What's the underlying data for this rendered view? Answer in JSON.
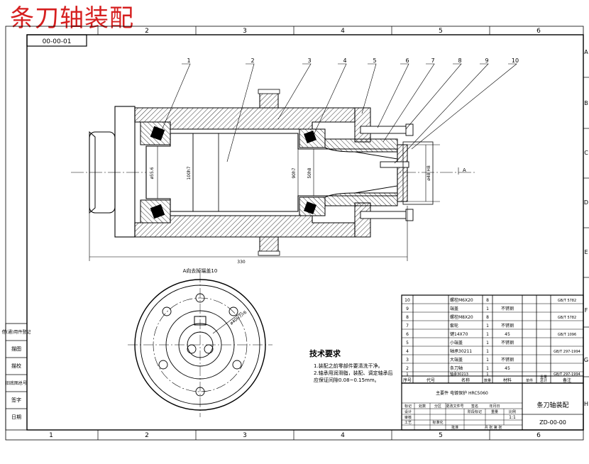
{
  "drawing": {
    "caption": "条刀轴装配",
    "code_box": "00-00-01",
    "title": "条刀轴装配",
    "drawing_no": "ZD-00-00",
    "scale": "1:1",
    "section_label": "A向去掉端盖10",
    "material_note": "主要件 电镀保护 HRC5060"
  },
  "border": {
    "top_zones": [
      "2",
      "3",
      "4",
      "5",
      "6"
    ],
    "bottom_zones": [
      "1",
      "2",
      "3",
      "4",
      "5",
      "6"
    ],
    "right_zones": [
      "A",
      "B",
      "C",
      "D",
      "E",
      "F",
      "G",
      "H"
    ]
  },
  "balloons": [
    "1",
    "2",
    "3",
    "4",
    "5",
    "6",
    "7",
    "8",
    "9",
    "10"
  ],
  "dims": {
    "total_length": "330",
    "d1": "ø55.6",
    "d2": "100h7",
    "d3": "90h7",
    "d4": "50h8",
    "d5": "ø48 H8",
    "pcd": "ø40H7/r6",
    "section_mark": "A"
  },
  "notes": {
    "title": "技术要求",
    "lines": [
      "1.装配之前零部件要清洗干净。",
      "2.轴承用润滑脂，装配、调定轴承后",
      "  应保证间隙0.08~0.15mm。"
    ]
  },
  "bom": {
    "rows": [
      {
        "no": "10",
        "name": "螺栓M6X20",
        "qty": "8",
        "mat": "",
        "std": "GB/T 5782"
      },
      {
        "no": "9",
        "name": "端盖",
        "qty": "1",
        "mat": "不锈钢",
        "std": ""
      },
      {
        "no": "8",
        "name": "螺栓M8X20",
        "qty": "8",
        "mat": "",
        "std": "GB/T 5782"
      },
      {
        "no": "7",
        "name": "套轮",
        "qty": "1",
        "mat": "不锈钢",
        "std": ""
      },
      {
        "no": "6",
        "name": "键14X70",
        "qty": "1",
        "mat": "45",
        "std": "GB/T 1096"
      },
      {
        "no": "5",
        "name": "小端盖",
        "qty": "1",
        "mat": "不锈钢",
        "std": ""
      },
      {
        "no": "4",
        "name": "轴承30211",
        "qty": "1",
        "mat": "",
        "std": "GB/T 297-1994"
      },
      {
        "no": "3",
        "name": "大端盖",
        "qty": "1",
        "mat": "不锈钢",
        "std": ""
      },
      {
        "no": "2",
        "name": "条刀轴",
        "qty": "1",
        "mat": "45",
        "std": ""
      },
      {
        "no": "1",
        "name": "轴承30213",
        "qty": "1",
        "mat": "",
        "std": "GB/T 297-1994"
      }
    ],
    "header": [
      "序号",
      "代号",
      "名称",
      "数量",
      "材料",
      "单件",
      "总计",
      "备注"
    ],
    "header_wt": "重量"
  },
  "title_block": {
    "labels": [
      "标记",
      "处数",
      "分区",
      "更改文件号",
      "签名",
      "年月日"
    ],
    "roles": [
      "设计",
      "审核",
      "工艺",
      "标准化",
      "批准"
    ],
    "stage": "阶段标记",
    "weight": "重量",
    "scale_label": "比例",
    "sheets": "共 张 第 张"
  },
  "side_strip": [
    "借(通)用件登记",
    "描图",
    "描校",
    "旧底图总号",
    "签字",
    "日期"
  ]
}
